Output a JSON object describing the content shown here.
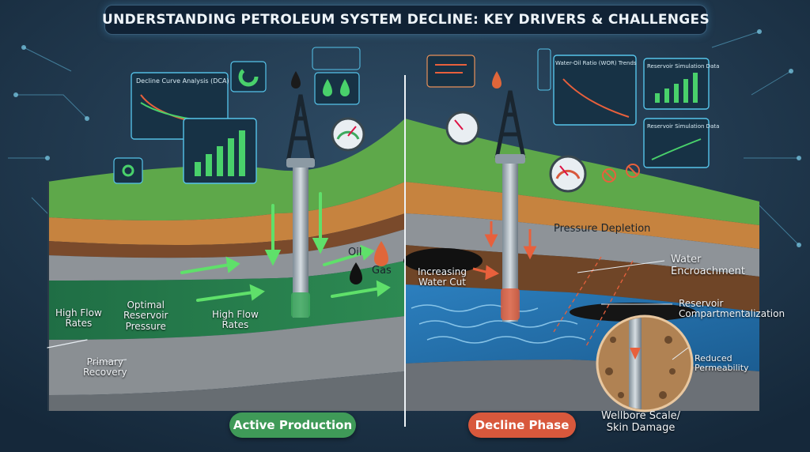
{
  "title": "UNDERSTANDING PETROLEUM SYSTEM DECLINE: KEY DRIVERS & CHALLENGES",
  "left": {
    "panel_dca": "Decline Curve Analysis (DCA)",
    "oil_label": "Oil",
    "gas_label": "Gas",
    "high_flow_rates_outer": "High Flow\nRates",
    "optimal_pressure": "Optimal\nReservoir\nPressure",
    "high_flow_rates_inner": "High Flow\nRates",
    "primary_recovery": "Primary\nRecovery",
    "phase_label": "Active Production"
  },
  "right": {
    "panel_wor": "Water-Oil Ratio (WOR) Trends",
    "panel_sim_1": "Reservoir Simulation Data",
    "panel_sim_2": "Reservoir Simulation Data",
    "pressure_depletion": "Pressure Depletion",
    "increasing_water_cut": "Increasing\nWater Cut",
    "water_encroachment": "Water\nEncroachment",
    "compartmentalization": "Reservoir\nCompartmentalization",
    "reduced_permeability": "Reduced\nPermeability",
    "wellbore_scale": "Wellbore Scale/\nSkin Damage",
    "phase_label": "Decline Phase"
  },
  "colors": {
    "active_green": "#3f9a58",
    "decline_orange": "#d8583c",
    "ground_green": "#5ea84a",
    "water_blue": "#2e8fc8",
    "oil_black": "#111111",
    "background": "#1e3346"
  }
}
